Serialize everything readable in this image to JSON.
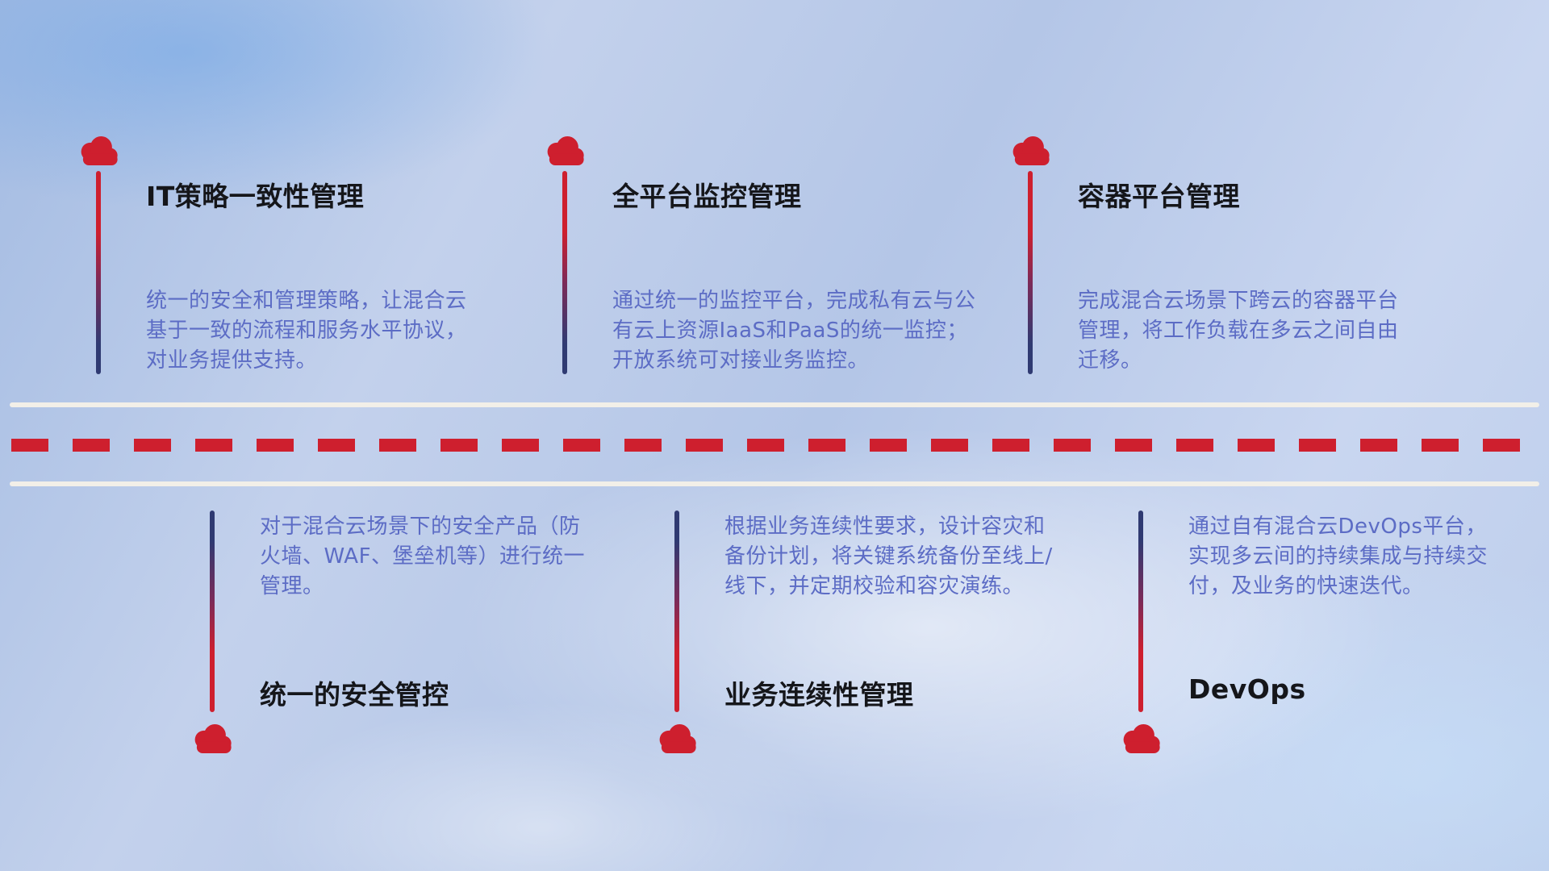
{
  "colors": {
    "accent_red": "#ce1f2e",
    "line_navy": "#2f3a72",
    "desc_blue": "#5c6cc5",
    "title_dark": "#15161a",
    "road_white": "#f2efe8"
  },
  "top_items": [
    {
      "title": "IT策略一致性管理",
      "desc": "统一的安全和管理策略，让混合云基于一致的流程和服务水平协议，对业务提供支持。"
    },
    {
      "title": "全平台监控管理",
      "desc": "通过统一的监控平台，完成私有云与公有云上资源IaaS和PaaS的统一监控；开放系统可对接业务监控。"
    },
    {
      "title": "容器平台管理",
      "desc": "完成混合云场景下跨云的容器平台管理，将工作负载在多云之间自由迁移。"
    }
  ],
  "bottom_items": [
    {
      "title": "统一的安全管控",
      "desc": "对于混合云场景下的安全产品（防火墙、WAF、堡垒机等）进行统一管理。"
    },
    {
      "title": "业务连续性管理",
      "desc": "根据业务连续性要求，设计容灾和备份计划，将关键系统备份至线上/线下，并定期校验和容灾演练。"
    },
    {
      "title": "DevOps",
      "desc": "通过自有混合云DevOps平台，实现多云间的持续集成与持续交付，及业务的快速迭代。"
    }
  ]
}
